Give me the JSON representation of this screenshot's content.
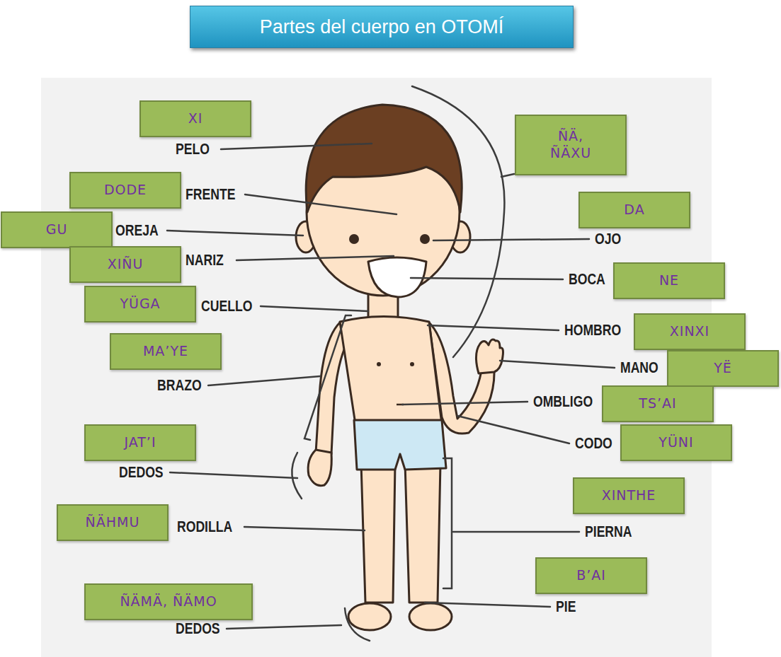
{
  "diagram": {
    "title": "Partes del cuerpo en OTOMÍ",
    "nodes": [
      {
        "text": [
          "XI"
        ]
      },
      {
        "text": [
          "ÑÄ, ÑÄXU"
        ]
      },
      {
        "text": [
          "DODE"
        ]
      },
      {
        "text": [
          "DA"
        ]
      },
      {
        "text": [
          "GU"
        ]
      },
      {
        "text": [
          "XIÑU"
        ]
      },
      {
        "text": [
          "NE"
        ]
      },
      {
        "text": [
          "YÜGA"
        ]
      },
      {
        "text": [
          "XINXI"
        ]
      },
      {
        "text": [
          "MA’YE"
        ]
      },
      {
        "text": [
          "YË"
        ]
      },
      {
        "text": [
          "TS’AI"
        ]
      },
      {
        "text": [
          "JAT’I"
        ]
      },
      {
        "text": [
          "YÜNI"
        ]
      },
      {
        "text": [
          "XINTHE"
        ]
      },
      {
        "text": [
          "ÑÄHMU"
        ]
      },
      {
        "text": [
          "B’AI"
        ]
      },
      {
        "text": [
          "ÑÄMÄ, ÑÄMO"
        ]
      }
    ],
    "labels": [
      "PELO",
      "FRENTE",
      "OREJA",
      "NARIZ",
      "CUELLO",
      "BRAZO",
      "DEDOS",
      "RODILLA",
      "DEDOS",
      "OJO",
      "BOCA",
      "HOMBRO",
      "MANO",
      "OMBLIGO",
      "CODO",
      "PIERNA",
      "PIE"
    ]
  }
}
